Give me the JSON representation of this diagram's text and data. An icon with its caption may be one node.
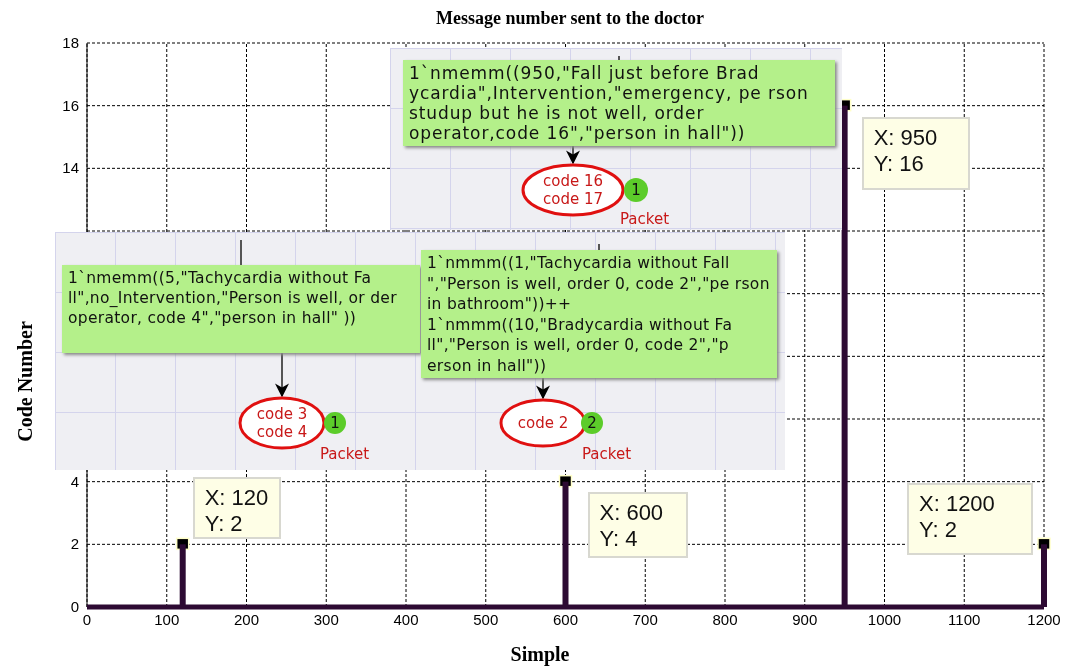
{
  "diagram": {
    "nodes": [
      {
        "text": [
          "1`nmemm((950,\"Fall just before Brad ycardia\",Intervention,\"emergency, pe rson studup but he is not well, order operator,code 16\",\"person in hall\"))"
        ]
      },
      {
        "text": [
          "code 16",
          "code 17"
        ],
        "beside": [
          "Packet"
        ]
      },
      {
        "text": [
          "1"
        ]
      },
      {
        "text": [
          "1`nmemm((5,\"Tachycardia without Fa ll\",no_Intervention,\"Person is well, or der operator, code 4\",\"person in hall\" ))"
        ]
      },
      {
        "text": [
          "code 3",
          "code 4"
        ],
        "beside": [
          "Packet"
        ]
      },
      {
        "text": [
          "1"
        ]
      },
      {
        "text": [
          "1`nmmm((1,\"Tachycardia without Fall \",\"Person is well, order 0, code 2\",\"pe rson in bathroom\"))++ 1`nmmm((10,\"Bradycardia without Fa ll\",\"Person is well, order 0, code 2\",\"p erson in hall\"))"
        ]
      },
      {
        "text": [
          "code 2"
        ],
        "beside": [
          "Packet"
        ]
      },
      {
        "text": [
          "2"
        ]
      }
    ],
    "edges": [
      {
        "from": null,
        "to": 0,
        "arrow": "none"
      },
      {
        "from": 0,
        "to": 1,
        "arrow": "to"
      },
      {
        "from": null,
        "to": 3,
        "arrow": "none"
      },
      {
        "from": 3,
        "to": 4,
        "arrow": "to"
      },
      {
        "from": null,
        "to": 6,
        "arrow": "none"
      },
      {
        "from": 6,
        "to": 7,
        "arrow": "to"
      }
    ],
    "chart_data": {
      "type": "bar",
      "title": "Message number sent to the doctor",
      "xlabel": "Simple",
      "ylabel": "Code Number",
      "x": [
        120,
        600,
        950,
        1200
      ],
      "values": [
        2,
        4,
        16,
        2
      ],
      "xlim": [
        0,
        1200
      ],
      "ylim": [
        0,
        18
      ],
      "xticks": [
        0,
        100,
        200,
        300,
        400,
        500,
        600,
        700,
        800,
        900,
        1000,
        1100,
        1200
      ],
      "yticks": [
        0,
        2,
        4,
        14,
        16,
        18
      ],
      "grid": true,
      "annotations": [
        {
          "text": [
            "X: 120",
            "Y: 2"
          ]
        },
        {
          "text": [
            "X: 600",
            "Y: 4"
          ]
        },
        {
          "text": [
            "X: 950",
            "Y: 16"
          ]
        },
        {
          "text": [
            "X: 1200",
            "Y: 2"
          ]
        }
      ]
    }
  }
}
